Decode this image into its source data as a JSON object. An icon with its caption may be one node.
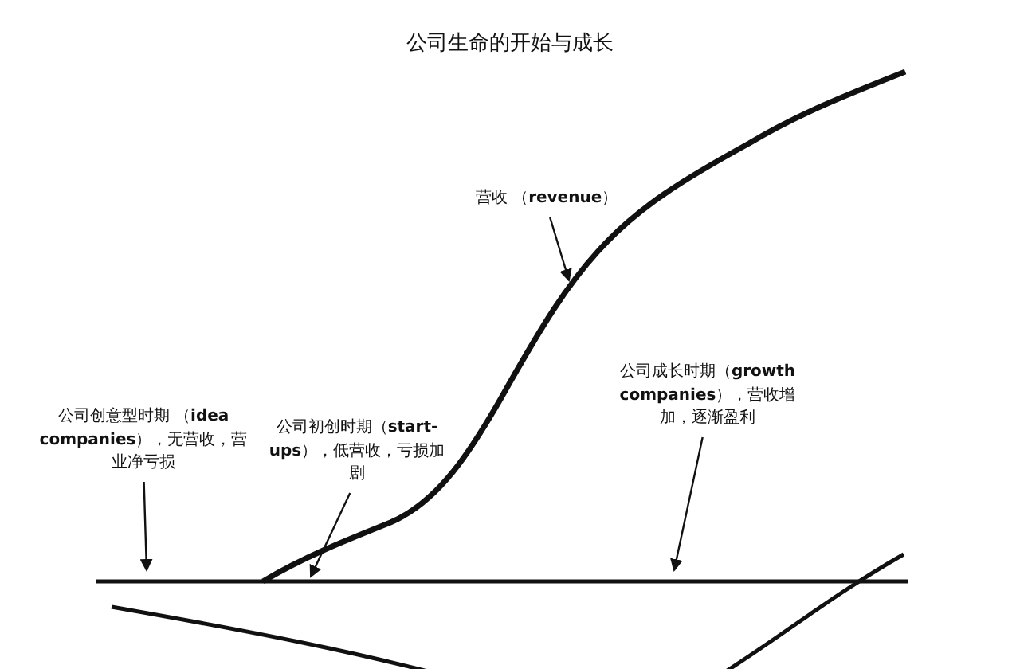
{
  "diagram": {
    "title": "公司生命的开始与成长",
    "nodes": [
      {
        "text": [
          "营收 （**revenue**）"
        ]
      },
      {
        "text": [
          "公司创意型时期 （**idea companies**），无营收，营业净亏损"
        ]
      },
      {
        "text": [
          "公司初创时期（**start-ups**），低营收，亏损加剧"
        ]
      },
      {
        "text": [
          "公司成长时期（**growth companies**），营收增加，逐渐盈利"
        ]
      }
    ],
    "edges": [
      {
        "from": 0,
        "to": null,
        "arrow": "to"
      },
      {
        "from": 1,
        "to": null,
        "arrow": "to"
      },
      {
        "from": 2,
        "to": null,
        "arrow": "to"
      },
      {
        "from": 3,
        "to": null,
        "arrow": "to"
      }
    ]
  }
}
